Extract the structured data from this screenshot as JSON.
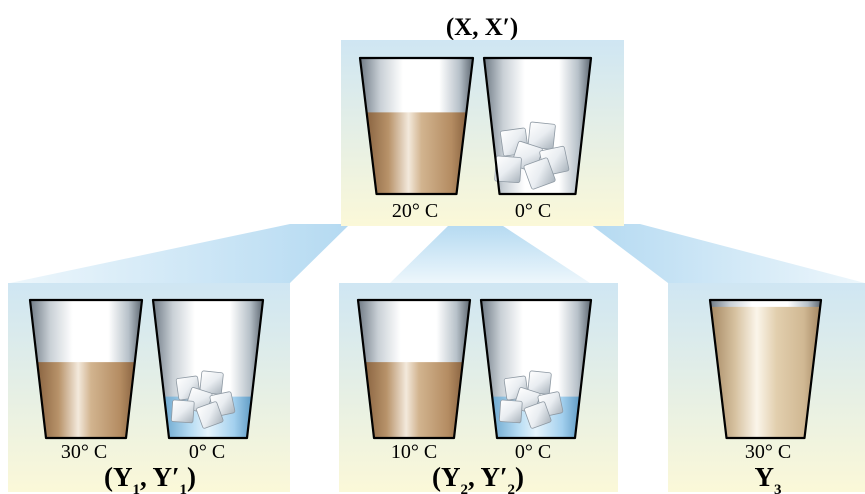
{
  "top": {
    "label_main": "(X, X",
    "label_prime": "′",
    "label_close": ")",
    "cups": [
      {
        "temp": "20° C",
        "content": "coffee",
        "fill_level": 0.6
      },
      {
        "temp": "0° C",
        "content": "ice",
        "fill_level": 0
      }
    ]
  },
  "bottom": [
    {
      "label_parts": [
        {
          "text": "(Y",
          "sub": false
        },
        {
          "text": "1",
          "sub": true
        },
        {
          "text": ", Y′",
          "sub": false
        },
        {
          "text": "1",
          "sub": true
        },
        {
          "text": ")",
          "sub": false
        }
      ],
      "cups": [
        {
          "temp": "30° C",
          "content": "coffee",
          "fill_level": 0.55
        },
        {
          "temp": "0° C",
          "content": "ice-water",
          "fill_level": 0.3
        }
      ]
    },
    {
      "label_parts": [
        {
          "text": "(Y",
          "sub": false
        },
        {
          "text": "2",
          "sub": true
        },
        {
          "text": ", Y′",
          "sub": false
        },
        {
          "text": "2",
          "sub": true
        },
        {
          "text": ")",
          "sub": false
        }
      ],
      "cups": [
        {
          "temp": "10° C",
          "content": "coffee",
          "fill_level": 0.55
        },
        {
          "temp": "0° C",
          "content": "ice-water",
          "fill_level": 0.3
        }
      ]
    },
    {
      "label_parts": [
        {
          "text": "Y",
          "sub": false
        },
        {
          "text": "3",
          "sub": true
        }
      ],
      "cups": [
        {
          "temp": "30° C",
          "content": "light-coffee",
          "fill_level": 0.95
        }
      ]
    }
  ],
  "colors": {
    "panel_top": "#cfe6f3",
    "panel_bottom": "#fbf8d8",
    "beam": "#b9dcf1",
    "coffee_light": "#c9ab85",
    "coffee_dark": "#9b7450",
    "light_coffee": "#d8c09a",
    "water": "#a9d3ee",
    "cup_outline": "#000000"
  }
}
